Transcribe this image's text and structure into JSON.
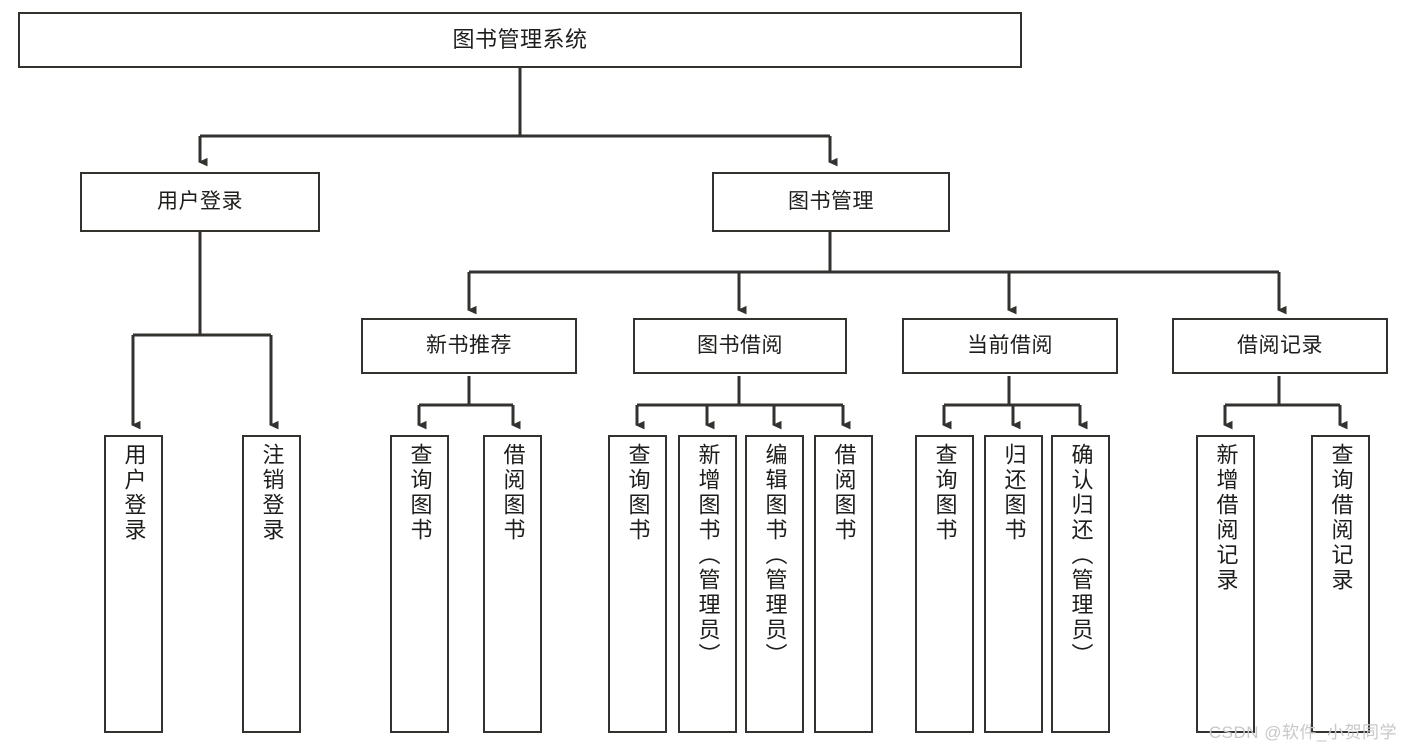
{
  "diagram": {
    "type": "tree",
    "title": "图书管理系统",
    "watermark": "CSDN @软件_小贺同学",
    "colors": {
      "box_border": "#33322f",
      "box_fill": "#ffffff",
      "edge": "#33322f",
      "text": "#1d1d1b",
      "watermark": "#c8c8c8",
      "background": "#ffffff"
    },
    "nodes": {
      "root": {
        "label": "图书管理系统"
      },
      "level2": [
        {
          "label": "用户登录"
        },
        {
          "label": "图书管理"
        }
      ],
      "level3": [
        {
          "label": "新书推荐"
        },
        {
          "label": "图书借阅"
        },
        {
          "label": "当前借阅"
        },
        {
          "label": "借阅记录"
        }
      ],
      "leaves": {
        "user_login": [
          {
            "label": "用户登录"
          },
          {
            "label": "注销登录"
          }
        ],
        "new_book": [
          {
            "label": "查询图书"
          },
          {
            "label": "借阅图书"
          }
        ],
        "book_borrow": [
          {
            "label": "查询图书"
          },
          {
            "label": "新增图书（管理员）"
          },
          {
            "label": "编辑图书（管理员）"
          },
          {
            "label": "借阅图书"
          }
        ],
        "current_borrow": [
          {
            "label": "查询图书"
          },
          {
            "label": "归还图书"
          },
          {
            "label": "确认归还（管理员）"
          }
        ],
        "borrow_record": [
          {
            "label": "新增借阅记录"
          },
          {
            "label": "查询借阅记录"
          }
        ]
      }
    }
  }
}
